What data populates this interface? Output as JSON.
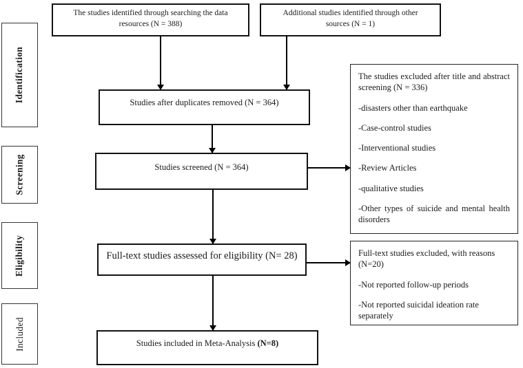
{
  "sidebar": {
    "identification": "Identification",
    "screening": "Screening",
    "eligibility": "Eligibility",
    "included": "Included"
  },
  "boxes": {
    "source1": "The studies identified through searching the data resources (N = 388)",
    "source2": "Additional studies identified through other sources (N = 1)",
    "duplicates": "Studies after duplicates removed (N = 364)",
    "screened": "Studies screened (N = 364)",
    "eligibility": "Full-text studies assessed for eligibility (N= 28)",
    "included_prefix": "Studies included in Meta-Analysis ",
    "included_bold": "(N=8)"
  },
  "exclusion_title_abstract": {
    "header": "The studies excluded after title and abstract screening (N = 336)",
    "items": [
      "-disasters other than earthquake",
      "-Case-control studies",
      "-Interventional studies",
      "-Review Articles",
      "-qualitative studies",
      "-Other types of suicide and mental health disorders"
    ]
  },
  "exclusion_fulltext": {
    "header": "Full-text studies excluded, with reasons (N=20)",
    "items": [
      "-Not reported follow-up periods",
      "-Not reported suicidal ideation rate separately"
    ]
  }
}
